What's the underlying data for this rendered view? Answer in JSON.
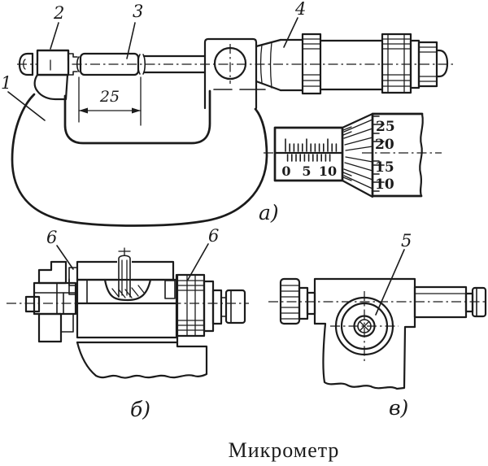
{
  "figure": {
    "title": "Микрометр",
    "views": {
      "side": {
        "caption": "а)"
      },
      "section": {
        "caption": "б)"
      },
      "front": {
        "caption": "в)"
      }
    },
    "callouts": {
      "frame": "1",
      "anvil": "2",
      "setting_rod": "3",
      "thimble": "4",
      "spindle_cap": "5",
      "nut_left": "6",
      "nut_right": "6"
    },
    "dimension_25": "25",
    "scale": {
      "sleeve_numbers": [
        "0",
        "5",
        "10"
      ],
      "thimble_numbers": [
        "25",
        "20",
        "15",
        "10"
      ]
    },
    "colors": {
      "ink": "#1b1b1b",
      "paper": "#ffffff"
    }
  }
}
